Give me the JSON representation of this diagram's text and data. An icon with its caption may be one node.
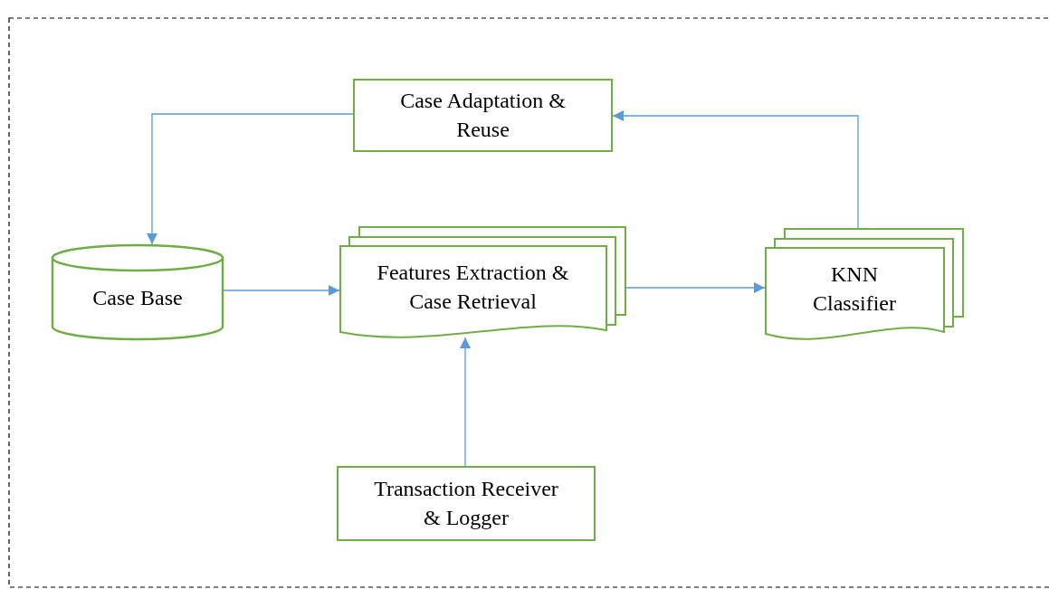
{
  "diagram": {
    "nodes": [
      {
        "text": [
          "Case Adaptation & Reuse"
        ]
      },
      {
        "text": [
          "Case Base"
        ]
      },
      {
        "text": [
          "Features Extraction & Case Retrieval"
        ]
      },
      {
        "text": [
          "KNN Classifier"
        ]
      },
      {
        "text": [
          "Transaction Receiver & Logger"
        ]
      }
    ],
    "edges": [
      {
        "from": 0,
        "to": 1,
        "arrow": "to"
      },
      {
        "from": 1,
        "to": 2,
        "arrow": "to"
      },
      {
        "from": 2,
        "to": 3,
        "arrow": "to"
      },
      {
        "from": 3,
        "to": 0,
        "arrow": "to"
      },
      {
        "from": 4,
        "to": 2,
        "arrow": "to"
      }
    ]
  }
}
